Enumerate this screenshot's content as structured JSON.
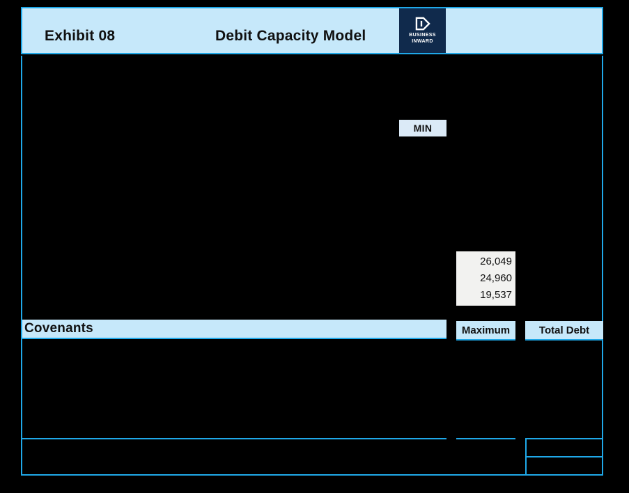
{
  "slide": {
    "exhibit_label": "Exhibit 08",
    "title": "Debit Capacity Model",
    "background_color": "#000000",
    "accent_color": "#1fa8e8",
    "band_color": "#c6e8fa",
    "logo_color": "#102a4c"
  },
  "logo": {
    "mark": "play-d-mark",
    "line1": "BUSINESS",
    "line2": "INWARD"
  },
  "chart_area": {
    "min_chip": {
      "label": "MIN",
      "background_color": "#dbeaf7"
    },
    "values": [
      "26,049",
      "24,960",
      "19,537"
    ],
    "values_background_color": "#f2f2f0"
  },
  "table": {
    "section_header": "Covenants",
    "columns": [
      {
        "label": "Maximum"
      },
      {
        "label": "Total Debt"
      }
    ]
  },
  "summary_box": {
    "rows": [
      {
        "value": ""
      },
      {
        "value": ""
      }
    ]
  }
}
